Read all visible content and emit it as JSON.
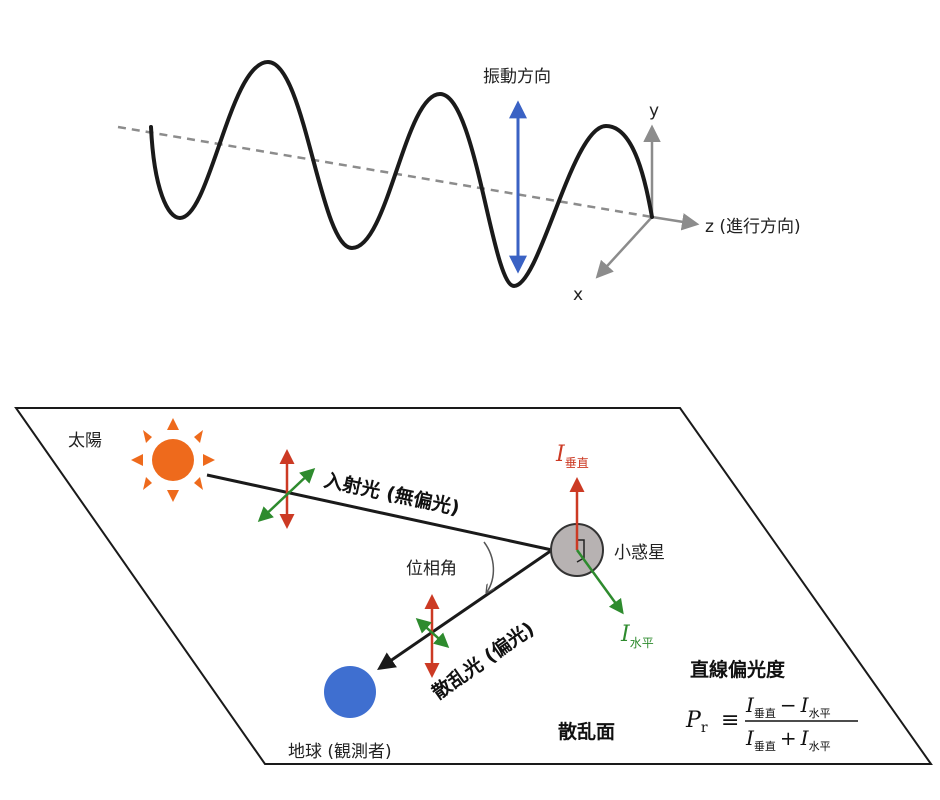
{
  "wave_panel": {
    "vibration_label": "振動方向",
    "axis_y": "y",
    "axis_x": "x",
    "axis_z": "z (進行方向)"
  },
  "scatter_panel": {
    "sun_label": "太陽",
    "incident_label": "入射光 (無偏光)",
    "phase_angle_label": "位相角",
    "asteroid_label": "小惑星",
    "scattered_label": "散乱光 (偏光)",
    "earth_label": "地球 (観測者)",
    "plane_label": "散乱面",
    "i_symbol": "I",
    "i_vertical_sub": "垂直",
    "i_horizontal_sub": "水平",
    "formula_title": "直線偏光度",
    "formula_lhs": "P",
    "formula_lhs_sub": "r",
    "formula_equiv": "≡",
    "formula_minus": "−",
    "formula_plus": "+"
  },
  "colors": {
    "wave": "#1a1a1a",
    "vibration_arrow": "#3a62c4",
    "axis_gray": "#8c8c8c",
    "sun": "#ee6a1c",
    "earth": "#3f6fd0",
    "asteroid_fill": "#b7b2b2",
    "vertical_red": "#cc3a24",
    "horizontal_green": "#2e8b2e"
  }
}
